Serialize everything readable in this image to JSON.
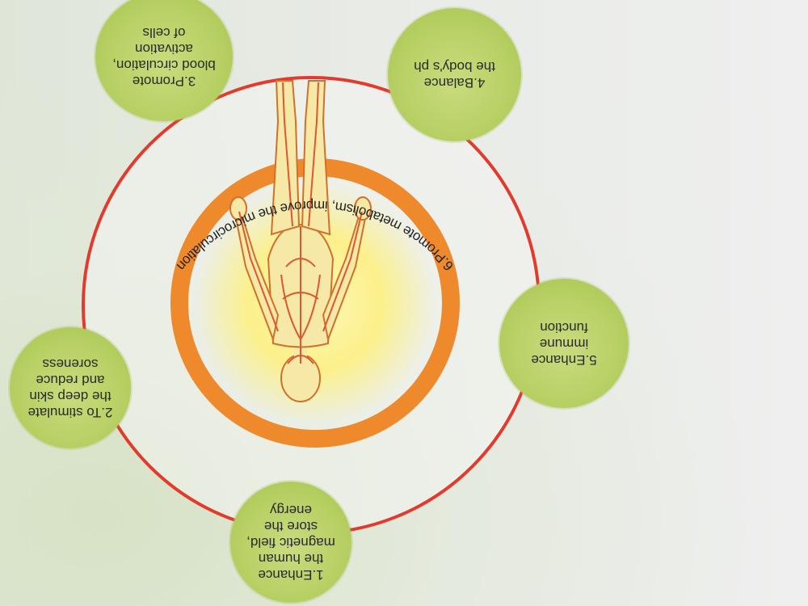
{
  "benefits": {
    "b1": "1.Enhance\nthe human\nmagnetic field,\nstore the\nenergy",
    "b2": "2.To stimulate\nthe deep skin\nand reduce\nsoreness",
    "b3": "3.Promote\nblood circulation,\nactivation\nof cells",
    "b4": "4.Balance\nthe body's ph",
    "b5": "5.Enhance\nimmune\nfunction",
    "b6": "6.Promote metabolism, improve the microcirculation"
  },
  "colors": {
    "ring": "#e23b2e",
    "orange_ring": "#ee8a2c",
    "bubble": "#b8d064",
    "vessels": "#e0562e",
    "body_fill": "#f6e9a8"
  }
}
